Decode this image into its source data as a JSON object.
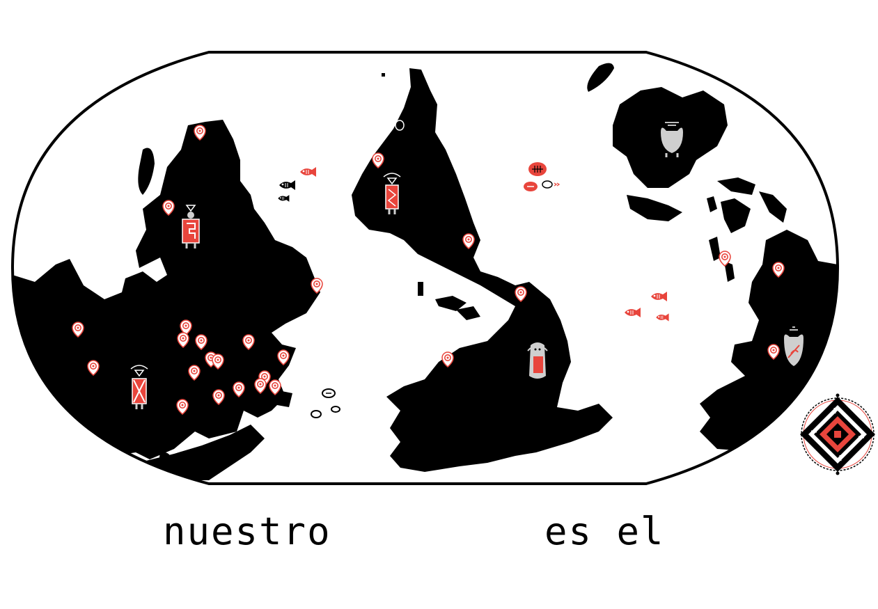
{
  "caption": {
    "word_1": "nuestro",
    "word_2": "es el"
  },
  "colors": {
    "land": "#000000",
    "ocean": "#ffffff",
    "accent": "#e8453c",
    "figure": "#cfcfcf"
  },
  "map": {
    "projection": "inverted-world-map",
    "icons": [
      "marker-icon",
      "fish-icon",
      "figure-icon",
      "compass-rose-icon"
    ]
  }
}
